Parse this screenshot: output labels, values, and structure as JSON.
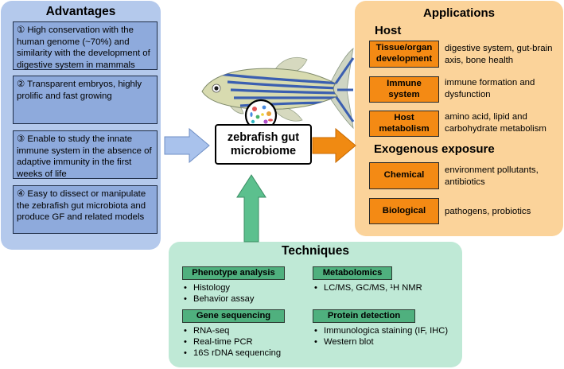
{
  "advantages": {
    "title": "Advantages",
    "items": [
      "① High conservation with the human genome (~70%) and similarity with the development of digestive system in mammals",
      "② Transparent embryos, highly prolific and fast growing",
      "③ Enable to study the innate immune system in the absence of adaptive immunity in the first weeks of life",
      "④ Easy to dissect or manipulate the zebrafish gut microbiota and produce GF and related models"
    ]
  },
  "center": {
    "label": "zebrafish gut microbiome"
  },
  "applications": {
    "title": "Applications",
    "host_heading": "Host",
    "host_items": [
      {
        "label": "Tissue/organ development",
        "desc": "digestive system, gut-brain axis, bone health"
      },
      {
        "label": "Immune system",
        "desc": "immune formation and dysfunction"
      },
      {
        "label": "Host metabolism",
        "desc": "amino acid, lipid and carbohydrate metabolism"
      }
    ],
    "exogenous_heading": "Exogenous exposure",
    "exogenous_items": [
      {
        "label": "Chemical",
        "desc": "environment pollutants, antibiotics"
      },
      {
        "label": "Biological",
        "desc": "pathogens, probiotics"
      }
    ]
  },
  "techniques": {
    "title": "Techniques",
    "phenotype": {
      "label": "Phenotype analysis",
      "items": [
        "Histology",
        "Behavior assay"
      ]
    },
    "metabolomics": {
      "label": "Metabolomics",
      "items": [
        "LC/MS, GC/MS, ¹H NMR"
      ]
    },
    "gene_sequencing": {
      "label": "Gene sequencing",
      "items": [
        "RNA-seq",
        "Real-time PCR",
        "16S rDNA sequencing"
      ]
    },
    "protein_detection": {
      "label": "Protein detection",
      "items": [
        "Immunologica staining (IF, IHC)",
        "Western blot"
      ]
    }
  },
  "colors": {
    "advantages_panel": "#b4c9ec",
    "advantages_box": "#8eaadc",
    "applications_panel": "#fbd39a",
    "applications_box": "#f48a14",
    "techniques_panel": "#bfe9d6",
    "techniques_box": "#4fb07e",
    "arrow_blue": "#a9c2ec",
    "arrow_orange": "#f08a12",
    "arrow_green": "#5cc08e"
  }
}
